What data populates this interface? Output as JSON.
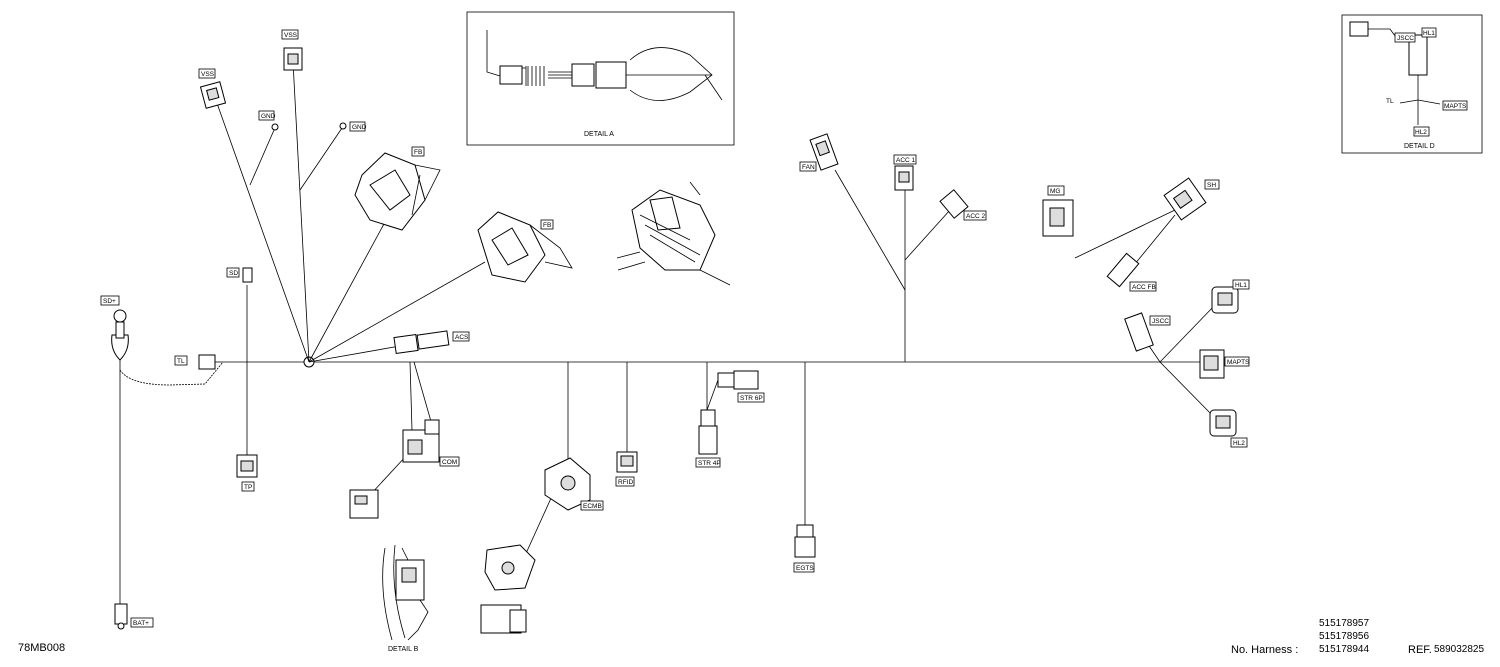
{
  "drawing_code": "78MB008",
  "footer": {
    "harness_label": "No. Harness :",
    "harness_numbers": [
      "515178957",
      "515178956",
      "515178944"
    ],
    "ref_label": "REF.",
    "ref_number": "589032825"
  },
  "details": {
    "a": "DETAIL A",
    "b": "DETAIL B",
    "d": "DETAIL D"
  },
  "connectors": {
    "vss_1": "VSS",
    "vss_2": "VSS",
    "gnd_1": "GND",
    "gnd_2": "GND",
    "fb_1": "FB",
    "fb_2": "FB",
    "sd": "SD",
    "sd_plus": "SD+",
    "tl": "TL",
    "tp": "TP",
    "acs": "ACS",
    "com": "COM",
    "rfid": "RFID",
    "ecmb": "ECMB",
    "str_6p": "STR 6P",
    "str_4p": "STR 4P",
    "egts": "EGTS",
    "fan": "FAN",
    "acc_1": "ACC 1",
    "acc_2": "ACC 2",
    "mg": "MG",
    "sh": "SH",
    "acc_fb": "ACC FB",
    "hl1": "HL1",
    "jscc": "JSCC",
    "mapts": "MAPTS",
    "hl2": "HL2",
    "bat_plus": "BAT+"
  },
  "detail_d_labels": {
    "hl1": "HL1",
    "jscc": "JSCC",
    "tl": "TL",
    "mapts": "MAPTS",
    "hl2": "HL2"
  }
}
